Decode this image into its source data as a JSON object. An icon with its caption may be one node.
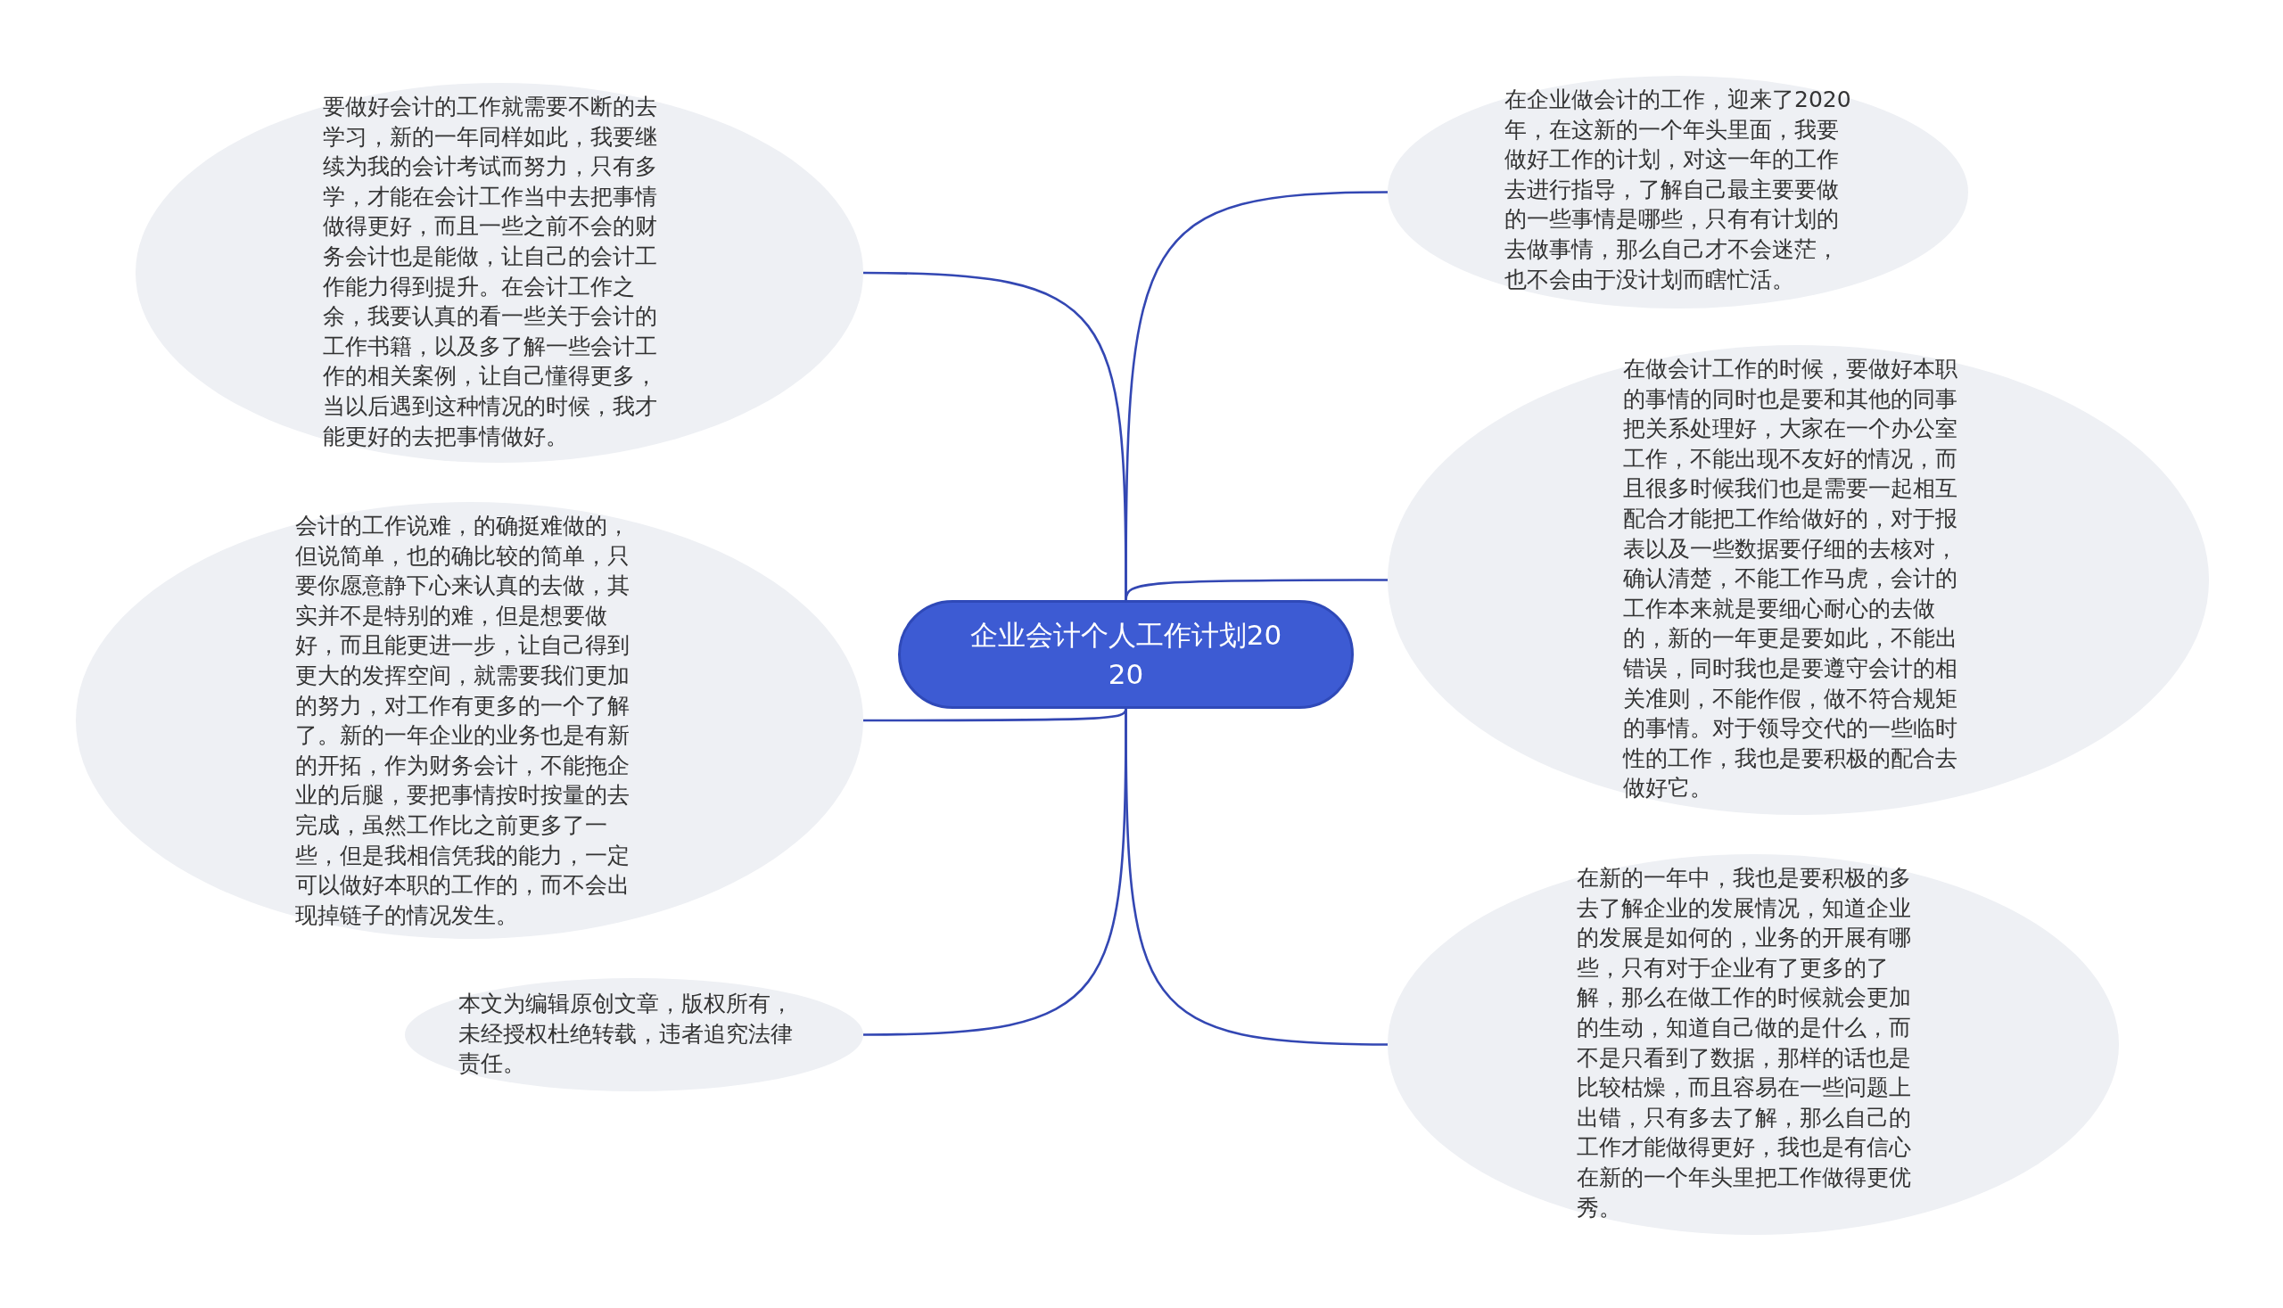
{
  "diagram": {
    "nodes": [
      {
        "text": [
          "企业会计个人工作计划2020"
        ]
      },
      {
        "text": [
          "要做好会计的工作就需要不断的去学习，新的一年同样如此，我要继续为我的会计考试而努力，只有多学，才能在会计工作当中去把事情做得更好，而且一些之前不会的财务会计也是能做，让自己的会计工作能力得到提升。在会计工作之余，我要认真的看一些关于会计的工作书籍，以及多了解一些会计工作的相关案例，让自己懂得更多，当以后遇到这种情况的时候，我才能更好的去把事情做好。"
        ]
      },
      {
        "text": [
          "会计的工作说难，的确挺难做的，但说简单，也的确比较的简单，只要你愿意静下心来认真的去做，其实并不是特别的难，但是想要做好，而且能更进一步，让自己得到更大的发挥空间，就需要我们更加的努力，对工作有更多的一个了解了。新的一年企业的业务也是有新的开拓，作为财务会计，不能拖企业的后腿，要把事情按时按量的去完成，虽然工作比之前更多了一些，但是我相信凭我的能力，一定可以做好本职的工作的，而不会出现掉链子的情况发生。"
        ]
      },
      {
        "text": [
          "本文为编辑原创文章，版权所有，未经授权杜绝转载，违者追究法律责任。"
        ]
      },
      {
        "text": [
          "在企业做会计的工作，迎来了2020年，在这新的一个年头里面，我要做好工作的计划，对这一年的工作去进行指导，了解自己最主要要做的一些事情是哪些，只有有计划的去做事情，那么自己才不会迷茫，也不会由于没计划而瞎忙活。"
        ]
      },
      {
        "text": [
          "在做会计工作的时候，要做好本职的事情的同时也是要和其他的同事把关系处理好，大家在一个办公室工作，不能出现不友好的情况，而且很多时候我们也是需要一起相互配合才能把工作给做好的，对于报表以及一些数据要仔细的去核对，确认清楚，不能工作马虎，会计的工作本来就是要细心耐心的去做的，新的一年更是要如此，不能出错误，同时我也是要遵守会计的相关准则，不能作假，做不符合规矩的事情。对于领导交代的一些临时性的工作，我也是要积极的配合去做好它。"
        ]
      },
      {
        "text": [
          "在新的一年中，我也是要积极的多去了解企业的发展情况，知道企业的发展是如何的，业务的开展有哪些，只有对于企业有了更多的了解，那么在做工作的时候就会更加的生动，知道自己做的是什么，而不是只看到了数据，那样的话也是比较枯燥，而且容易在一些问题上出错，只有多去了解，那么自己的工作才能做得更好，我也是有信心在新的一个年头里把工作做得更优秀。"
        ]
      }
    ],
    "edges": [
      {
        "from": 0,
        "to": 1,
        "arrow": "none"
      },
      {
        "from": 0,
        "to": 2,
        "arrow": "none"
      },
      {
        "from": 0,
        "to": 3,
        "arrow": "none"
      },
      {
        "from": 0,
        "to": 4,
        "arrow": "none"
      },
      {
        "from": 0,
        "to": 5,
        "arrow": "none"
      },
      {
        "from": 0,
        "to": 6,
        "arrow": "none"
      }
    ]
  }
}
